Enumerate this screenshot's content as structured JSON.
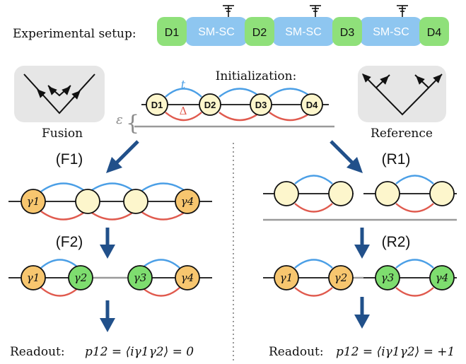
{
  "setup": {
    "label": "Experimental setup:",
    "segments": [
      "D1",
      "SM-SC",
      "D2",
      "SM-SC",
      "D3",
      "SM-SC",
      "D4"
    ]
  },
  "initialization": {
    "title": "Initialization:",
    "t_label": "t",
    "delta_label": "Δ",
    "epsilon_label": "ε",
    "brace": "{",
    "dots": [
      "D1",
      "D2",
      "D3",
      "D4"
    ]
  },
  "fusion": {
    "label": "Fusion"
  },
  "reference": {
    "label": "Reference"
  },
  "steps": {
    "f1": "(F1)",
    "f2": "(F2)",
    "r1": "(R1)",
    "r2": "(R2)"
  },
  "gamma": {
    "g1": "γ1",
    "g2": "γ2",
    "g3": "γ3",
    "g4": "γ4"
  },
  "readout": {
    "fusion": {
      "label": "Readout:",
      "eq": "p12 = ⟨iγ1γ2⟩ = 0"
    },
    "reference": {
      "label": "Readout:",
      "eq": "p12 = ⟨iγ1γ2⟩ = +1"
    }
  },
  "colors": {
    "dot_fill": "#fdf6cc",
    "gamma_orange": "#f7c66f",
    "gamma_green": "#7edd6f",
    "sc_blue": "#8ec6f0",
    "setup_green": "#8fe07a",
    "coupling_blue": "#4b9fe6",
    "coupling_red": "#e05a4e",
    "arrow": "#21508a",
    "panel": "#e6e6e6",
    "grey_line": "#9a9a9a"
  }
}
